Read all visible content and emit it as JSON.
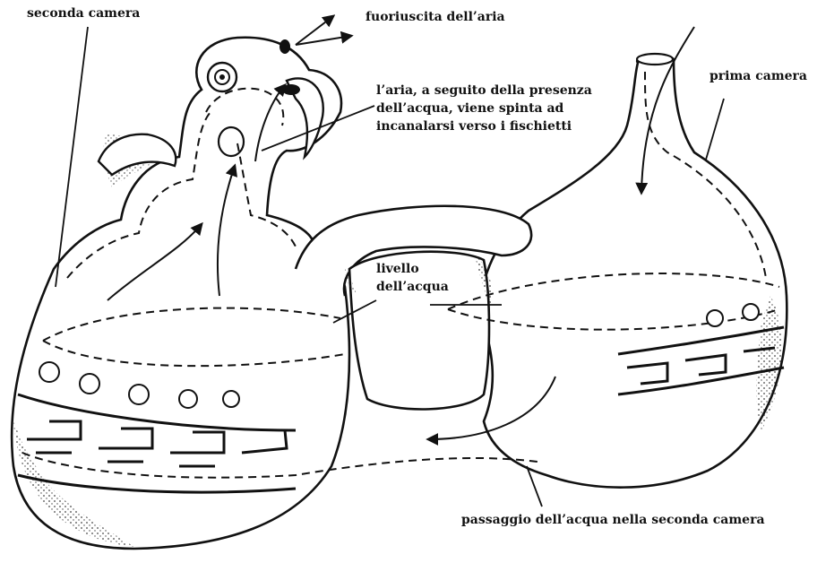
{
  "labels": {
    "seconda_camera": "seconda camera",
    "fuoriuscita": "fuoriuscita dell’aria",
    "aria_line1": "l’aria, a seguito della presenza",
    "aria_line2": "dell’acqua, viene spinta ad",
    "aria_line3": "incanalarsi verso i fischietti",
    "prima_camera": "prima camera",
    "livello_line1": "livello",
    "livello_line2": "dell’acqua",
    "passaggio": "passaggio dell’acqua nella seconda camera"
  },
  "colors": {
    "ink": "#111111",
    "paper": "#ffffff"
  }
}
